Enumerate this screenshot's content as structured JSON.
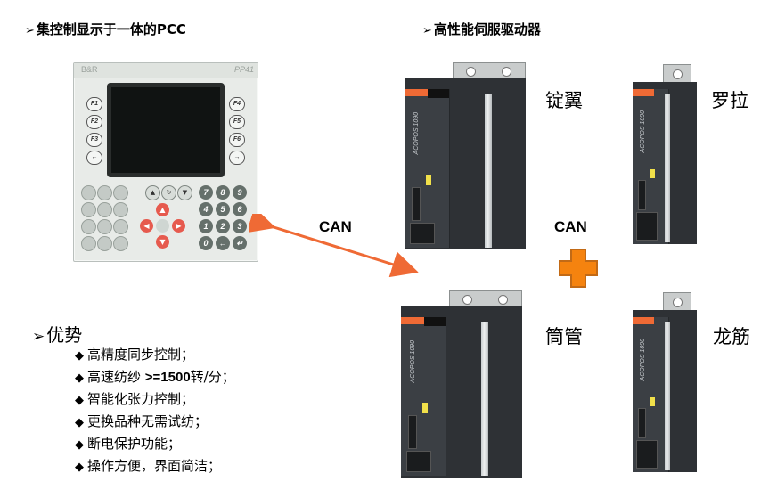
{
  "headings": {
    "pcc": "集控制显示于一体的PCC",
    "servo": "高性能伺服驱动器",
    "arrow_glyph": "➢"
  },
  "pcc_panel": {
    "brand": "B&R",
    "model": "PP41",
    "fkeys_left": [
      "F1",
      "F2",
      "F3",
      "←"
    ],
    "fkeys_right": [
      "F4",
      "F5",
      "F6",
      "→"
    ],
    "numpad": [
      "7",
      "8",
      "9",
      "4",
      "5",
      "6",
      "1",
      "2",
      "3",
      "0",
      "←",
      "↵"
    ]
  },
  "can": {
    "left": "CAN",
    "right": "CAN"
  },
  "drives": {
    "model_text": "ACOPOS 1090",
    "labels": [
      "锭翼",
      "罗拉",
      "筒管",
      "龙筋"
    ]
  },
  "advantages": {
    "title": "优势",
    "bullet": "◆",
    "items": [
      {
        "pre": "高精度同步控制；",
        "bold": "",
        "post": ""
      },
      {
        "pre": "高速纺纱 ",
        "bold": ">=1500",
        "post": "转/分；"
      },
      {
        "pre": "智能化张力控制；",
        "bold": "",
        "post": ""
      },
      {
        "pre": "更换品种无需试纺；",
        "bold": "",
        "post": ""
      },
      {
        "pre": "断电保护功能；",
        "bold": "",
        "post": ""
      },
      {
        "pre": "操作方便，界面简洁；",
        "bold": "",
        "post": ""
      }
    ]
  },
  "colors": {
    "accent_orange": "#ef6a35",
    "plus_orange": "#f5830f",
    "plus_border": "#c26a16"
  }
}
